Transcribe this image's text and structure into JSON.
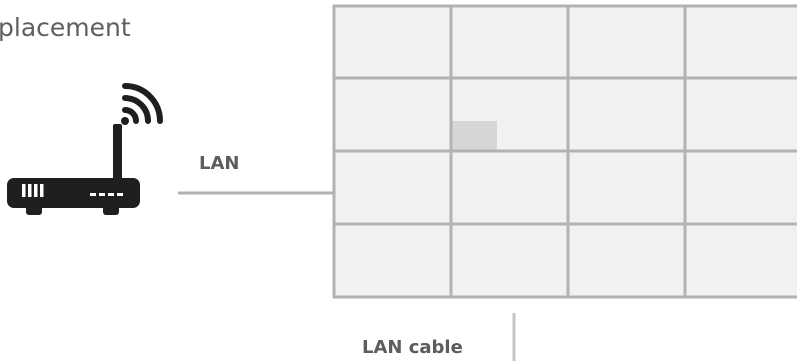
{
  "heading": "placement",
  "lan_label": "LAN",
  "lan_cable_label": "LAN cable",
  "grid": {
    "rows": 4,
    "cols": 4,
    "highlighted_cell": {
      "row": 2,
      "col": 2
    }
  },
  "icons": {
    "router": "wifi-router-icon",
    "wifi": "wifi-signal-icon"
  },
  "colors": {
    "text": "#5f5f5f",
    "line": "#b2b2b2",
    "cell_fill": "#f1f1f1",
    "highlight_fill": "#d6d6d6",
    "icon": "#1f1f1f"
  }
}
